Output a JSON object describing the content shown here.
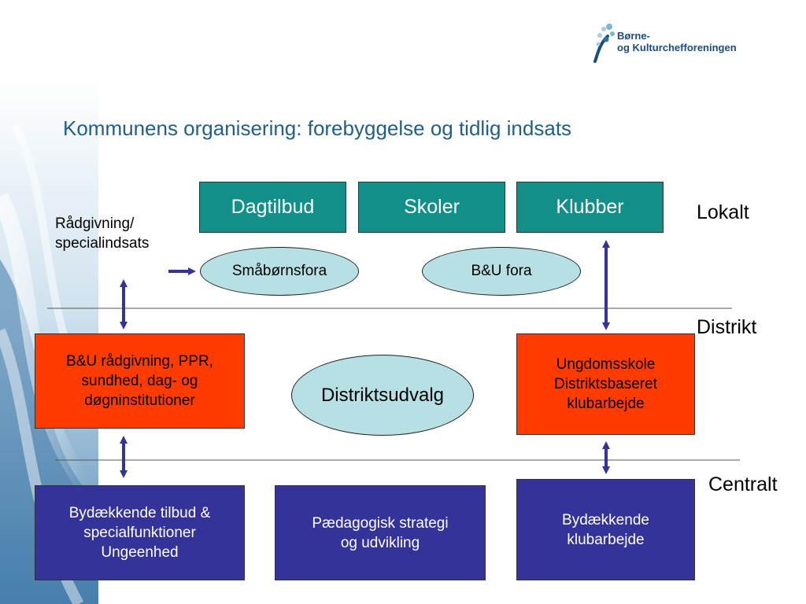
{
  "logo": {
    "line1": "Børne-",
    "line2": "og Kulturchefforeningen"
  },
  "title": "Kommunens organisering: forebyggelse og tidlig indsats",
  "levels": {
    "lokalt": "Lokalt",
    "distrikt": "Distrikt",
    "centralt": "Centralt"
  },
  "local_boxes": {
    "dagtilbud": "Dagtilbud",
    "skoler": "Skoler",
    "klubber": "Klubber"
  },
  "radgivning_label": "Rådgivning/\nspecialindsats",
  "ellipses": {
    "smaborns": "Småbørnsfora",
    "bu_fora": "B&U fora",
    "distriktsudvalg": "Distriktsudvalg"
  },
  "district_boxes": {
    "bu_radgivning": "B&U rådgivning, PPR,\nsundhed, dag- og\ndøgninstitutioner",
    "ungdomsskole": "Ungdomsskole\nDistriktsbaseret\nklubarbejde"
  },
  "central_boxes": {
    "bydaekkende_tilbud": "Bydækkende tilbud &\nspecialfunktioner\nUngeenhed",
    "paedagogisk": "Pædagogisk strategi\nog udvikling",
    "bydaekkende_klub": "Bydækkende\nklubarbejde"
  },
  "colors": {
    "teal": "#138f8a",
    "red": "#ff3b00",
    "navy": "#343399",
    "ellipse": "#b6e0e4",
    "arrow": "#343399",
    "title": "#1f5f88"
  }
}
